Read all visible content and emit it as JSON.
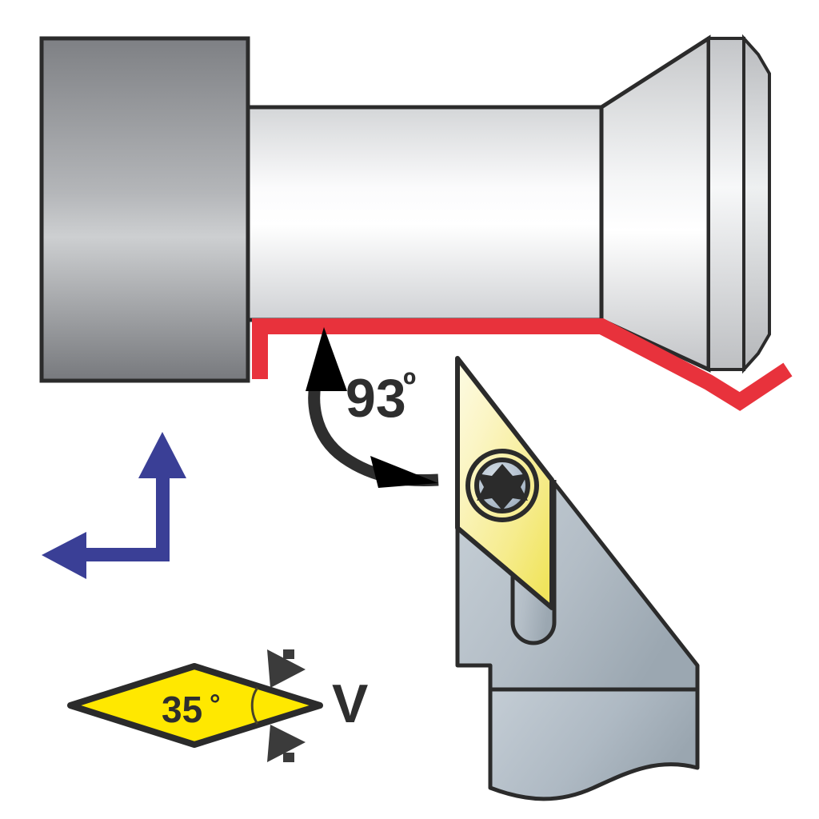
{
  "diagram": {
    "title": "Lathe turning operation - tool entering angle diagram",
    "background_color": "#ffffff"
  },
  "labels": {
    "entering_angle": "93",
    "entering_angle_degree_symbol": "º",
    "insert_angle": "35",
    "insert_angle_degree_symbol": "°",
    "insert_shape_code": "V"
  },
  "colors": {
    "toolpath_red": "#e8323c",
    "axis_blue": "#3a3f96",
    "insert_yellow_bright": "#ffe800",
    "insert_yellow_pale_light": "#fbf6cf",
    "insert_yellow_pale_dark": "#f3e96a",
    "holder_steel_light": "#c9d2d8",
    "holder_steel_dark": "#9aa7b0",
    "workpiece_light": "#fdfdfd",
    "workpiece_mid": "#d2d4d6",
    "chuck_dark": "#7e8084",
    "chuck_light": "#cdcfd1",
    "outline": "#2b2b2b",
    "text_dark": "#2e2e2e",
    "screw_metal": "#b6c3d0",
    "screw_recess": "#2b2b2b"
  },
  "parts": {
    "chuck": "chuck-jaw-block",
    "workpiece_shaft": "workpiece-cylinder",
    "workpiece_taper": "workpiece-taper-cone",
    "workpiece_flange": "workpiece-end-flange",
    "toolpath": "red-toolpath-line",
    "entering_angle_arc_arrow": "curved-double-arrow",
    "axis_indicator": "feed-direction-axes",
    "tool_holder": "tool-holder-shank",
    "insert": "rhombic-insert-v-type",
    "screw": "torx-clamp-screw",
    "insert_legend": "insert-shape-legend-diamond",
    "legend_angle_arrows": "legend-angle-arrowheads"
  }
}
